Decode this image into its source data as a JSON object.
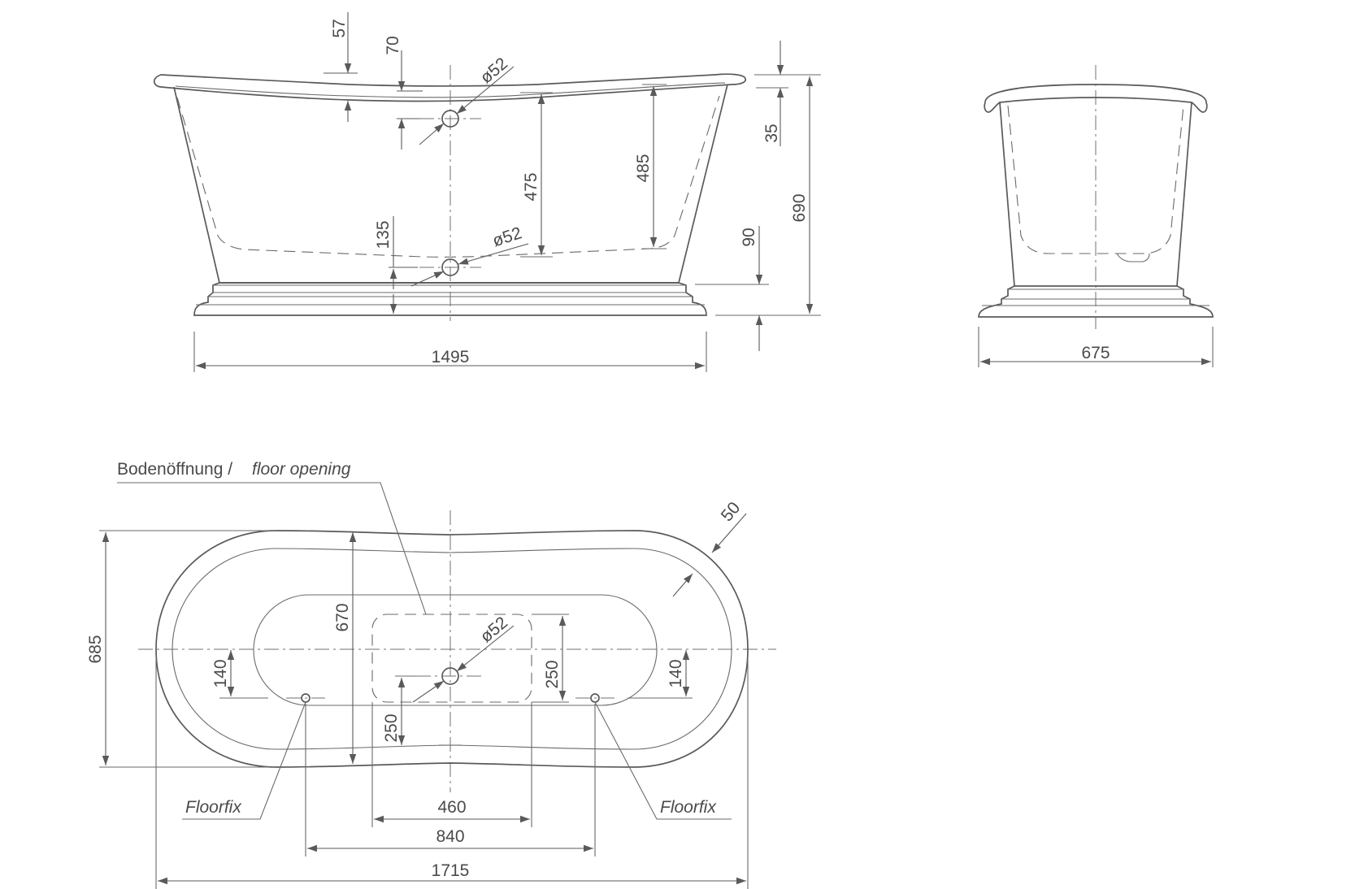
{
  "dimensions": {
    "side_rim_top": "57",
    "side_outlet_height": "70",
    "side_overflow_diameter": "ø52",
    "side_drain_diameter": "ø52",
    "side_inner_depth_center": "475",
    "side_inner_depth_end": "485",
    "side_end_rise": "35",
    "side_total_height": "690",
    "side_drain_height": "135",
    "side_plinth_height": "90",
    "side_base_length": "1495",
    "front_base_width": "675",
    "plan_rim_width": "50",
    "plan_inner_width": "670",
    "plan_total_width": "685",
    "plan_drain_diameter": "ø52",
    "plan_fix_offset_left": "140",
    "plan_fix_offset_right": "140",
    "plan_opening_depth": "250",
    "plan_drain_offset": "250",
    "plan_opening_length": "460",
    "plan_fix_spacing": "840",
    "plan_total_length": "1715"
  },
  "labels": {
    "floor_opening_de": "Bodenöffnung /",
    "floor_opening_en": "floor opening",
    "floorfix_left": "Floorfix",
    "floorfix_right": "Floorfix"
  }
}
